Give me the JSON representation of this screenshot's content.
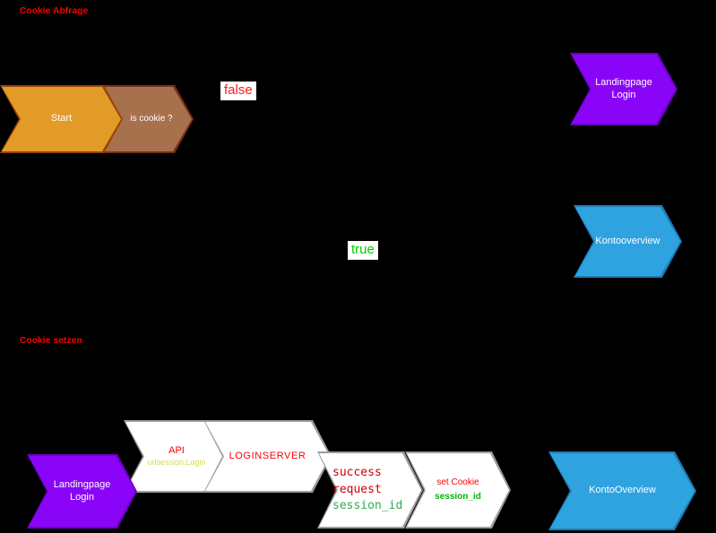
{
  "sections": {
    "cookie_abfrage": "Cookie Abfrage",
    "cookie_setzen": "Cookie setzen"
  },
  "edge_labels": {
    "false_label": "false",
    "true_label": "true"
  },
  "nodes": {
    "start": {
      "label": "Start"
    },
    "is_cookie": {
      "label": "is cookie ?"
    },
    "landingpage_login_top": {
      "line1": "Landingpage",
      "line2": "Login"
    },
    "kontooverview_top": {
      "label": "Kontooverview"
    },
    "landingpage_login_bottom": {
      "line1": "Landingpage",
      "line2": "Login"
    },
    "api": {
      "line1": "API",
      "line2": "urlsession.Login"
    },
    "loginserver": {
      "label": "LOGINSERVER"
    },
    "success": {
      "line1": "success",
      "line2": "request",
      "line3": "session_id"
    },
    "set_cookie": {
      "line1": "set Cookie",
      "line2": "session_id"
    },
    "kontooverview_bottom": {
      "label": "KontoOverview"
    }
  },
  "colors": {
    "background": "#000000",
    "section_title": "#ff0000",
    "false_text": "#ff1a1a",
    "true_text": "#00cc00",
    "start_fill": "#e29b27",
    "is_cookie_fill": "#a8714d",
    "purple_fill": "#8a05f8",
    "blue_fill": "#2fa3e0",
    "white_fill": "#ffffff",
    "red_text": "#ff0000",
    "green_text": "#00b400",
    "yellow_text": "#d8d855"
  }
}
